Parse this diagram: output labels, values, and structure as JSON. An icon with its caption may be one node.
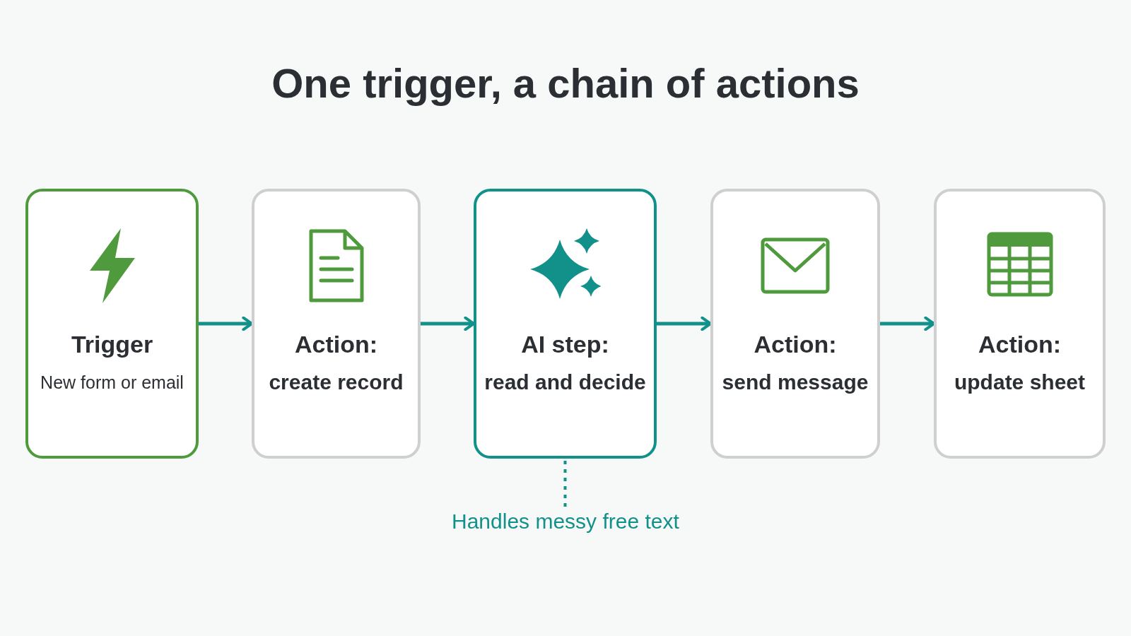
{
  "diagram": {
    "title": "One trigger, a chain of actions",
    "nodes": [
      {
        "text": [
          "Trigger",
          "New form or email"
        ]
      },
      {
        "text": [
          "Action:",
          "create record"
        ]
      },
      {
        "text": [
          "AI step:",
          "read and decide"
        ]
      },
      {
        "text": [
          "Action:",
          "send message"
        ]
      },
      {
        "text": [
          "Action:",
          "update sheet"
        ]
      },
      {
        "text": [
          "Handles messy free text"
        ]
      }
    ],
    "edges": [
      {
        "from": 0,
        "to": 1,
        "arrow": "to"
      },
      {
        "from": 1,
        "to": 2,
        "arrow": "to"
      },
      {
        "from": 2,
        "to": 3,
        "arrow": "to"
      },
      {
        "from": 3,
        "to": 4,
        "arrow": "to"
      },
      {
        "from": 5,
        "to": 2,
        "arrow": "none",
        "style": "dashed"
      }
    ]
  }
}
